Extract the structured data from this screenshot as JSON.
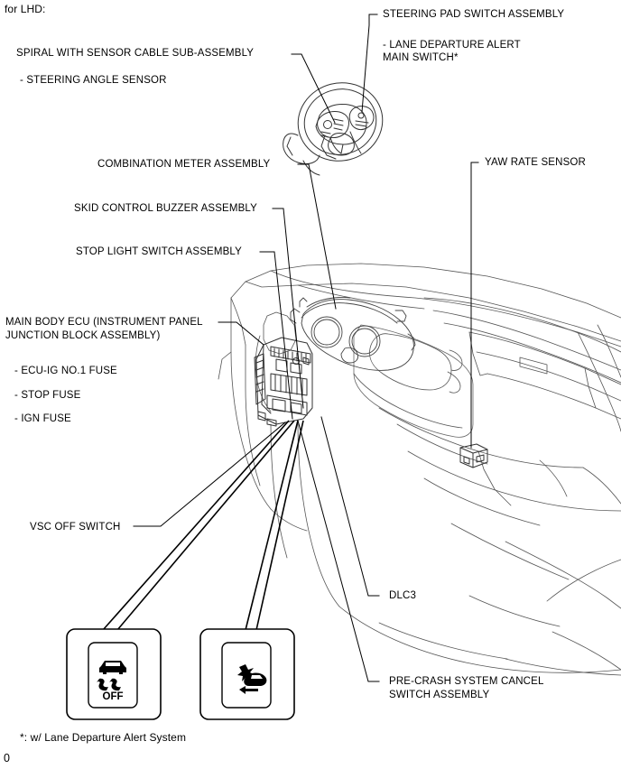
{
  "page": {
    "header_note": "for LHD:",
    "footnote": "*: w/ Lane Departure Alert System",
    "page_number": "0"
  },
  "labels": {
    "spiral_cable": "SPIRAL WITH SENSOR CABLE SUB-ASSEMBLY",
    "steering_angle_sensor": "- STEERING ANGLE SENSOR",
    "steering_pad_switch": "STEERING PAD SWITCH ASSEMBLY",
    "lane_departure_alert_l1": "- LANE DEPARTURE ALERT",
    "lane_departure_alert_l2": "MAIN SWITCH*",
    "yaw_rate_sensor": "YAW RATE SENSOR",
    "combination_meter": "COMBINATION METER ASSEMBLY",
    "skid_control_buzzer": "SKID CONTROL BUZZER ASSEMBLY",
    "stop_light_switch": "STOP LIGHT SWITCH ASSEMBLY",
    "main_body_ecu_l1": "MAIN BODY ECU (INSTRUMENT PANEL",
    "main_body_ecu_l2": "JUNCTION BLOCK ASSEMBLY)",
    "fuse_ecu_ig": "- ECU-IG NO.1 FUSE",
    "fuse_stop": "- STOP FUSE",
    "fuse_ign": "- IGN FUSE",
    "vsc_off_switch": "VSC OFF SWITCH",
    "dlc3": "DLC3",
    "pre_crash_l1": "PRE-CRASH SYSTEM CANCEL",
    "pre_crash_l2": "SWITCH ASSEMBLY"
  },
  "switches": [
    {
      "name": "vsc-off-switch-panel",
      "icon": "car-skid-off-icon",
      "icon_text": "OFF"
    },
    {
      "name": "pre-crash-cancel-switch-panel",
      "icon": "pre-crash-car-burst-arrow-icon",
      "icon_text": ""
    }
  ],
  "colors": {
    "line": "#000000",
    "artwork_line": "#3a3a3a",
    "background": "#ffffff"
  }
}
